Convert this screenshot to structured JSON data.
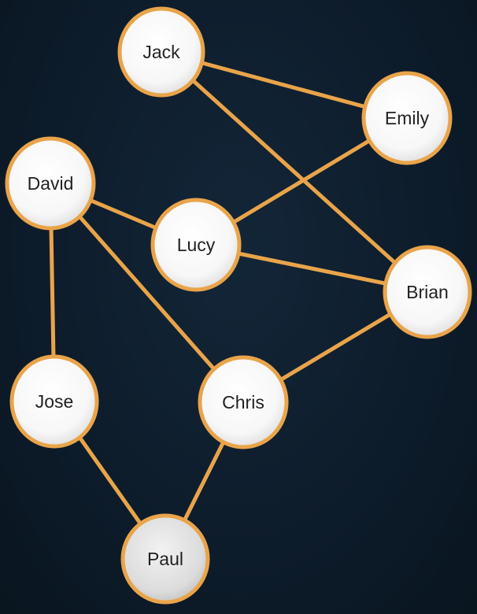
{
  "graph": {
    "colors": {
      "background": "#0f1f2e",
      "edge": "#e9a44a",
      "node_stroke": "#e9a44a",
      "node_fill": "#ffffff",
      "label": "#222222"
    },
    "nodes": [
      {
        "id": "jack",
        "label": "Jack"
      },
      {
        "id": "emily",
        "label": "Emily"
      },
      {
        "id": "david",
        "label": "David"
      },
      {
        "id": "lucy",
        "label": "Lucy"
      },
      {
        "id": "brian",
        "label": "Brian"
      },
      {
        "id": "jose",
        "label": "Jose"
      },
      {
        "id": "chris",
        "label": "Chris"
      },
      {
        "id": "paul",
        "label": "Paul"
      }
    ],
    "edges": [
      {
        "from": "jack",
        "to": "emily"
      },
      {
        "from": "jack",
        "to": "brian"
      },
      {
        "from": "emily",
        "to": "lucy"
      },
      {
        "from": "david",
        "to": "lucy"
      },
      {
        "from": "david",
        "to": "jose"
      },
      {
        "from": "david",
        "to": "chris"
      },
      {
        "from": "lucy",
        "to": "brian"
      },
      {
        "from": "brian",
        "to": "chris"
      },
      {
        "from": "jose",
        "to": "paul"
      },
      {
        "from": "chris",
        "to": "paul"
      }
    ]
  }
}
